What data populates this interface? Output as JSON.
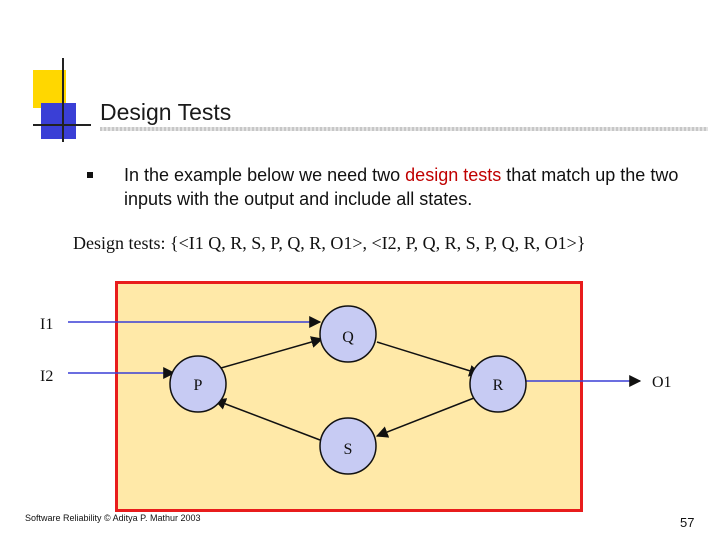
{
  "slide": {
    "title": "Design Tests",
    "bullet_prefix": "In the example below we need two ",
    "bullet_highlight": "design tests",
    "bullet_suffix": " that match up the two inputs with the output and include all states.",
    "design_tests_line": "Design tests: {<I1 Q, R, S, P, Q, R, O1>, <I2, P, Q, R, S, P, Q, R, O1>}",
    "highlight_color": "#c00000"
  },
  "diagram": {
    "inputs": [
      "I1",
      "I2"
    ],
    "output": "O1",
    "states": [
      "Q",
      "P",
      "R",
      "S"
    ],
    "node_fill": "#c7cbf3",
    "box_fill": "#ffe9a8",
    "box_border": "#e81c1c",
    "edges": [
      {
        "from": "I1",
        "to": "Q"
      },
      {
        "from": "I2",
        "to": "P"
      },
      {
        "from": "P",
        "to": "Q"
      },
      {
        "from": "Q",
        "to": "R"
      },
      {
        "from": "R",
        "to": "S"
      },
      {
        "from": "S",
        "to": "P"
      },
      {
        "from": "R",
        "to": "O1"
      }
    ]
  },
  "footer": {
    "credit": "Software Reliability © Aditya P. Mathur 2003",
    "page_number": "57"
  }
}
